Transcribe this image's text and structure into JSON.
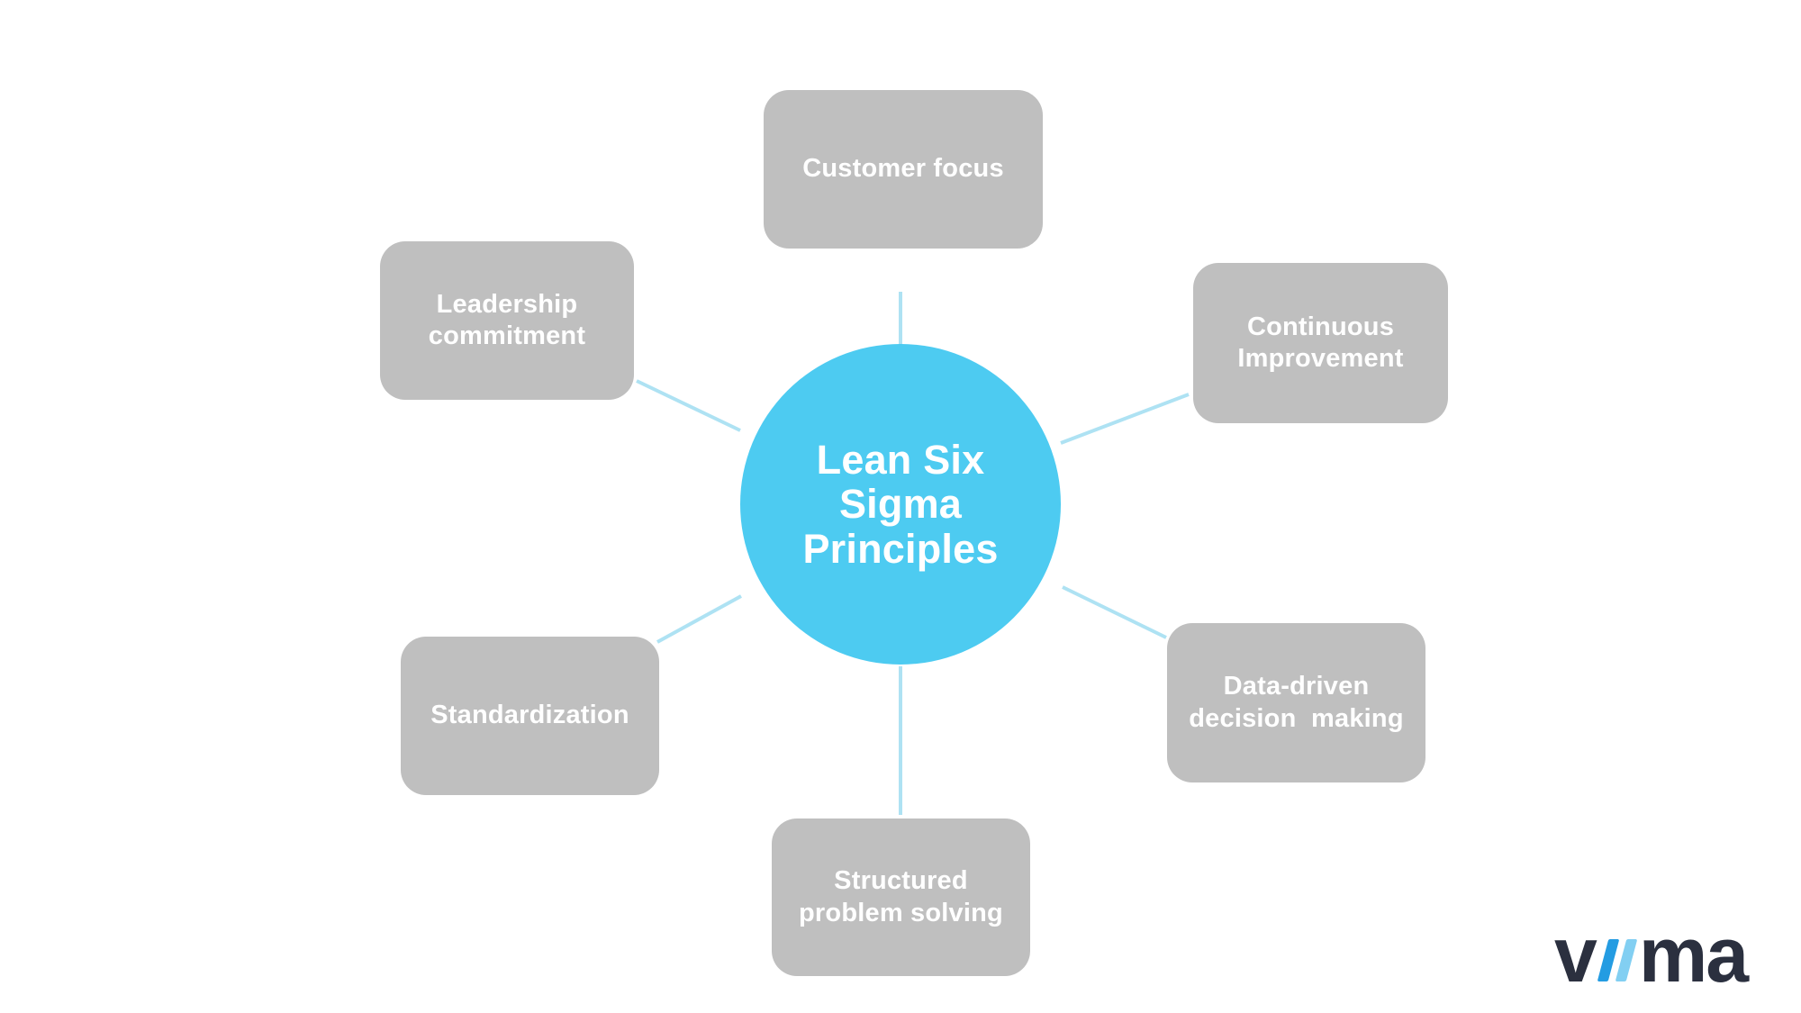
{
  "diagram": {
    "center_node": {
      "label": "Lean Six\nSigma\nPrinciples",
      "fill_color": "#4DCBF1",
      "text_color": "#FFFFFF"
    },
    "nodes": {
      "customer_focus": {
        "label": "Customer focus"
      },
      "leadership_commitment": {
        "label": "Leadership\ncommitment"
      },
      "continuous_improvement": {
        "label": "Continuous\nImprovement"
      },
      "data_driven_decision_making": {
        "label": "Data-driven\ndecision  making"
      },
      "standardization": {
        "label": "Standardization"
      },
      "structured_problem_solving": {
        "label": "Structured\nproblem solving"
      }
    },
    "node_style": {
      "fill_color": "#BFBFBF",
      "text_color": "#FFFFFF"
    },
    "connector_color": "#AEE2F3"
  },
  "logo": {
    "name": "viima",
    "text_before_slashes": "v",
    "text_after_slashes": "ma",
    "dark_color": "#2B303F",
    "slash1_color": "#249CE2",
    "slash2_color": "#82CFF2"
  }
}
